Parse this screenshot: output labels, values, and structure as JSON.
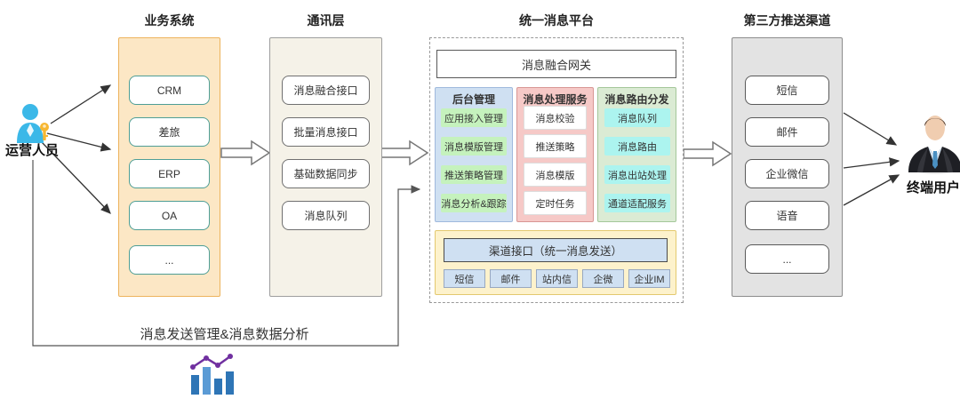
{
  "diagram": {
    "actors": {
      "operator": {
        "label": "运营人员"
      },
      "end_user": {
        "label": "终端用户"
      }
    },
    "business": {
      "title": "业务系统",
      "items": [
        "CRM",
        "差旅",
        "ERP",
        "OA",
        "..."
      ]
    },
    "comm": {
      "title": "通讯层",
      "items": [
        "消息融合接口",
        "批量消息接口",
        "基础数据同步",
        "消息队列"
      ]
    },
    "platform": {
      "title": "统一消息平台",
      "gateway": "消息融合网关",
      "groups": [
        {
          "title": "后台管理",
          "items": [
            "应用接入管理",
            "消息模版管理",
            "推送策略管理",
            "消息分析&跟踪"
          ]
        },
        {
          "title": "消息处理服务",
          "items": [
            "消息校验",
            "推送策略",
            "消息模版",
            "定时任务"
          ]
        },
        {
          "title": "消息路由分发",
          "items": [
            "消息队列",
            "消息路由",
            "消息出站处理",
            "通道适配服务"
          ]
        }
      ],
      "channel_interface": {
        "title": "渠道接口（统一消息发送）",
        "channels": [
          "短信",
          "邮件",
          "站内信",
          "企微",
          "企业IM"
        ]
      }
    },
    "thirdparty": {
      "title": "第三方推送渠道",
      "items": [
        "短信",
        "邮件",
        "企业微信",
        "语音",
        "..."
      ]
    },
    "feedback_label": "消息发送管理&消息数据分析",
    "colors": {
      "business_fill": "#FCE7C5",
      "business_border": "#EDB35D",
      "comm_fill": "#F5F2E8",
      "comm_border": "#9E9E9E",
      "platform_border": "#999999",
      "admin_fill": "#CFE0F2",
      "admin_border": "#9FB9DD",
      "admin_item_fill": "#C5F2BD",
      "process_fill": "#F6C9C7",
      "process_border": "#D89694",
      "route_fill": "#DBEBD4",
      "route_border": "#A4C79A",
      "route_item_fill": "#ACF4EF",
      "channel_fill": "#FDF2CC",
      "channel_border": "#E3C96F",
      "chip_fill": "#CFE0F2",
      "thirdparty_fill": "#E3E3E3",
      "thirdparty_border": "#8C8C8C",
      "operator_icon_blue": "#3BB8E8",
      "key_yellow": "#F7B731",
      "chart_bar_dark": "#2E75B6",
      "chart_bar_light": "#5B9BD5",
      "chart_line_purple": "#7030A0"
    }
  }
}
